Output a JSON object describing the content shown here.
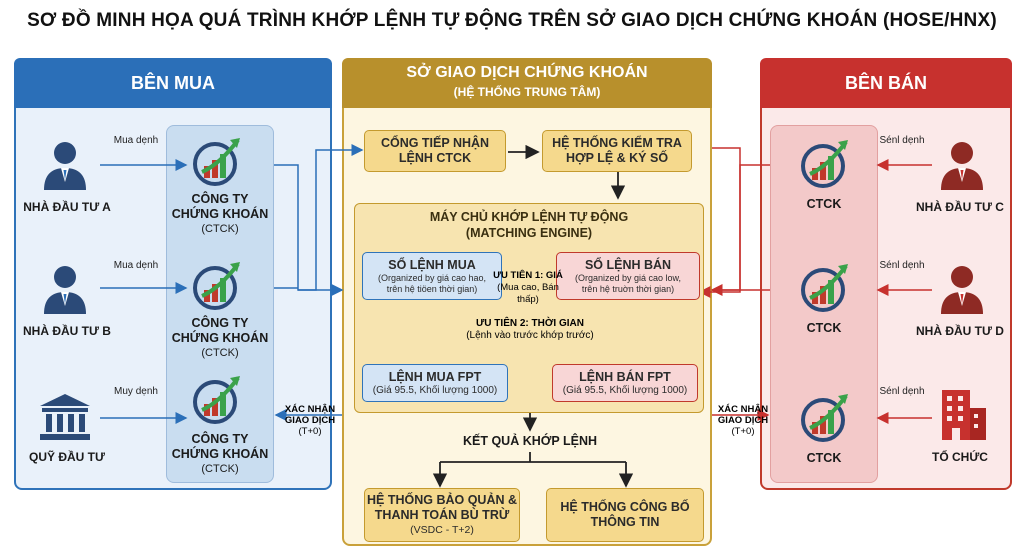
{
  "title": "SƠ ĐỒ MINH HỌA QUÁ TRÌNH KHỚP LỆNH TỰ ĐỘNG TRÊN SỞ GIAO DỊCH CHỨNG KHOÁN (HOSE/HNX)",
  "buy": {
    "header": "BÊN MUA",
    "investors": [
      {
        "name": "NHÀ ĐẦU TƯ A",
        "action": "Mua dẹnh",
        "icon": "investor-icon"
      },
      {
        "name": "NHÀ ĐẦU TƯ B",
        "action": "Mua dẹnh",
        "icon": "investor-icon"
      },
      {
        "name": "QUỸ ĐẦU TƯ",
        "action": "Muy dẹnh",
        "icon": "bank-building-icon"
      }
    ],
    "brokers": [
      {
        "line1": "CÔNG TY",
        "line2": "CHỨNG KHOÁN",
        "line3": "(CTCK)"
      },
      {
        "line1": "CÔNG TY",
        "line2": "CHỨNG KHOÁN",
        "line3": "(CTCK)"
      },
      {
        "line1": "CÔNG TY",
        "line2": "CHỨNG KHOÁN",
        "line3": "(CTCK)"
      }
    ],
    "confirm": {
      "line1": "XÁC NHẬN",
      "line2": "GIAO DỊCH",
      "line3": "(T+0)"
    }
  },
  "exchange": {
    "header_line1": "SỞ GIAO DỊCH CHỨNG KHOÁN",
    "header_line2": "(HỆ THỐNG TRUNG TÂM)",
    "gateway": {
      "line1": "CỔNG TIẾP NHẬN",
      "line2": "LỆNH CTCK"
    },
    "check": {
      "line1": "HỆ THỐNG KIỂM TRA",
      "line2": "HỢP LỆ & KÝ SỐ"
    },
    "engine": {
      "line1": "MÁY CHỦ KHỚP LỆNH TỰ ĐỘNG",
      "line2": "(MATCHING ENGINE)"
    },
    "buy_book": {
      "title": "SỔ LỆNH MUA",
      "sub1": "(Organized by giá cao hao,",
      "sub2": "trên hệ tiöen thời gian)"
    },
    "sell_book": {
      "title": "SỔ LỆNH BÁN",
      "sub1": "(Organized by giá cao low,",
      "sub2": "trên hệ truờn thời gian)"
    },
    "priority1": {
      "line1": "ƯU TIÊN 1: GIÁ",
      "line2": "(Mua cao, Bán thấp)"
    },
    "priority2": {
      "line1": "ƯU TIÊN 2: THỜI GIAN",
      "line2": "(Lệnh vào trước khớp trước)"
    },
    "buy_order": {
      "title": "LỆNH MUA FPT",
      "sub": "(Giá 95.5, Khối lượng 1000)"
    },
    "sell_order": {
      "title": "LỆNH BÁN FPT",
      "sub": "(Giá 95.5, Khối lượng 1000)"
    },
    "result": "KẾT QUẢ KHỚP LỆNH",
    "settlement": {
      "line1": "HỆ THỐNG BẢO QUẢN &",
      "line2": "THANH TOÁN BÙ TRỪ",
      "line3": "(VSDC - T+2)"
    },
    "disclosure": {
      "line1": "HỆ THỐNG CÔNG BỐ",
      "line2": "THÔNG TIN"
    }
  },
  "sell": {
    "header": "BÊN BÁN",
    "investors": [
      {
        "name": "NHÀ ĐẦU TƯ C",
        "action": "Sénl dẹnh",
        "icon": "investor-icon"
      },
      {
        "name": "NHÀ ĐẦU TƯ D",
        "action": "Sénl dẹnh",
        "icon": "investor-icon"
      },
      {
        "name": "TỔ CHỨC",
        "action": "Sénl dẹnh",
        "icon": "office-building-icon"
      }
    ],
    "brokers": [
      {
        "label": "CTCK"
      },
      {
        "label": "CTCK"
      },
      {
        "label": "CTCK"
      }
    ],
    "confirm": {
      "line1": "XÁC NHẬN",
      "line2": "GIAO DỊCH",
      "line3": "(T+0)"
    }
  },
  "colors": {
    "buy": "#2b6fb8",
    "exchange": "#b8902c",
    "sell": "#c7312e",
    "logo_green": "#3aa24a",
    "logo_red": "#c0392b"
  }
}
